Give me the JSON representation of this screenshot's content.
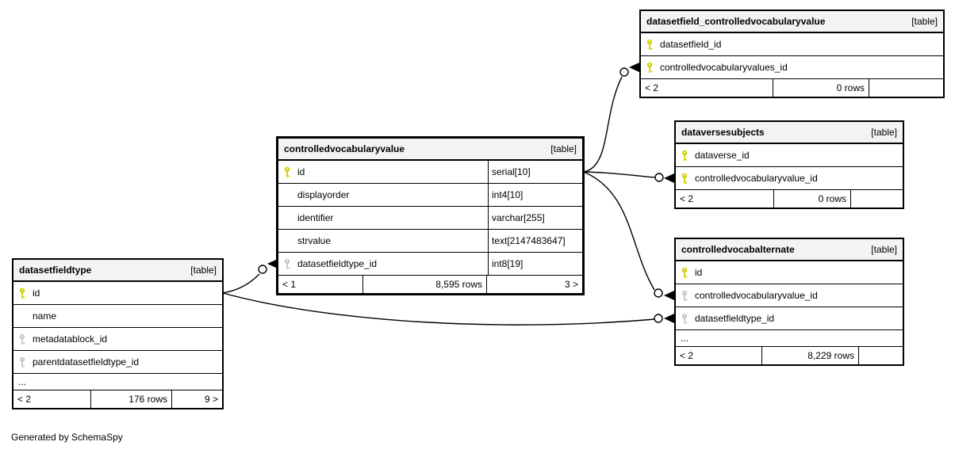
{
  "caption": "Generated by SchemaSpy",
  "colors": {
    "primary_key": "#d2d200",
    "foreign_key": "#c6c6c6",
    "header_bg": "#f3f3f3",
    "line": "#000000"
  },
  "tables": [
    {
      "name": "datasetfield_controlledvocabularyvalue",
      "tag": "[table]",
      "columns": [
        {
          "name": "datasetfield_id",
          "key": "primary"
        },
        {
          "name": "controlledvocabularyvalues_id",
          "key": "primary"
        }
      ],
      "footer": {
        "left": "< 2",
        "center": "0 rows",
        "right": ""
      }
    },
    {
      "name": "dataversesubjects",
      "tag": "[table]",
      "columns": [
        {
          "name": "dataverse_id",
          "key": "primary"
        },
        {
          "name": "controlledvocabularyvalue_id",
          "key": "primary"
        }
      ],
      "footer": {
        "left": "< 2",
        "center": "0 rows",
        "right": ""
      }
    },
    {
      "name": "controlledvocabularyvalue",
      "tag": "[table]",
      "columns": [
        {
          "name": "id",
          "type": "serial[10]",
          "key": "primary"
        },
        {
          "name": "displayorder",
          "type": "int4[10]",
          "key": "none"
        },
        {
          "name": "identifier",
          "type": "varchar[255]",
          "key": "none"
        },
        {
          "name": "strvalue",
          "type": "text[2147483647]",
          "key": "none"
        },
        {
          "name": "datasetfieldtype_id",
          "type": "int8[19]",
          "key": "foreign"
        }
      ],
      "footer": {
        "left": "< 1",
        "center": "8,595 rows",
        "right": "3 >"
      }
    },
    {
      "name": "controlledvocabalternate",
      "tag": "[table]",
      "columns": [
        {
          "name": "id",
          "key": "primary"
        },
        {
          "name": "controlledvocabularyvalue_id",
          "key": "foreign"
        },
        {
          "name": "datasetfieldtype_id",
          "key": "foreign"
        }
      ],
      "ellipsis": "...",
      "footer": {
        "left": "< 2",
        "center": "8,229 rows",
        "right": ""
      }
    },
    {
      "name": "datasetfieldtype",
      "tag": "[table]",
      "columns": [
        {
          "name": "id",
          "key": "primary"
        },
        {
          "name": "name",
          "key": "none"
        },
        {
          "name": "metadatablock_id",
          "key": "foreign"
        },
        {
          "name": "parentdatasetfieldtype_id",
          "key": "foreign"
        }
      ],
      "ellipsis": "...",
      "footer": {
        "left": "< 2",
        "center": "176 rows",
        "right": "9 >"
      }
    }
  ],
  "relationships": [
    {
      "from": "controlledvocabularyvalue.id",
      "to": "datasetfield_controlledvocabularyvalue.controlledvocabularyvalues_id"
    },
    {
      "from": "controlledvocabularyvalue.id",
      "to": "dataversesubjects.controlledvocabularyvalue_id"
    },
    {
      "from": "controlledvocabularyvalue.id",
      "to": "controlledvocabalternate.controlledvocabularyvalue_id"
    },
    {
      "from": "datasetfieldtype.id",
      "to": "controlledvocabularyvalue.datasetfieldtype_id"
    },
    {
      "from": "datasetfieldtype.id",
      "to": "controlledvocabalternate.datasetfieldtype_id"
    }
  ]
}
